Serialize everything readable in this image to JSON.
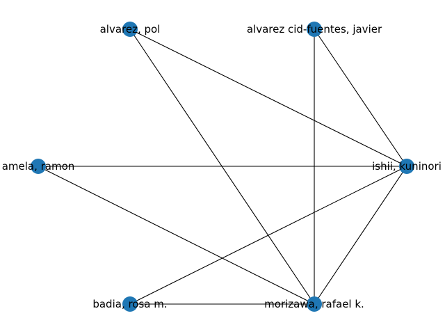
{
  "graph": {
    "node_color": "#1f77b4",
    "edge_color": "#000000",
    "nodes": [
      {
        "id": "alvarez_pol",
        "label": "alvarez, pol"
      },
      {
        "id": "alvarez_cid",
        "label": "alvarez cid-fuentes, javier"
      },
      {
        "id": "ishii",
        "label": "ishii, kuninori"
      },
      {
        "id": "morizawa",
        "label": "morizawa, rafael k."
      },
      {
        "id": "badia",
        "label": "badia, rosa m."
      },
      {
        "id": "amela",
        "label": "amela, ramon"
      }
    ],
    "edges": [
      {
        "source": "alvarez_pol",
        "target": "ishii"
      },
      {
        "source": "alvarez_pol",
        "target": "morizawa"
      },
      {
        "source": "alvarez_cid",
        "target": "ishii"
      },
      {
        "source": "alvarez_cid",
        "target": "morizawa"
      },
      {
        "source": "amela",
        "target": "ishii"
      },
      {
        "source": "amela",
        "target": "morizawa"
      },
      {
        "source": "badia",
        "target": "ishii"
      },
      {
        "source": "badia",
        "target": "morizawa"
      },
      {
        "source": "ishii",
        "target": "morizawa"
      }
    ]
  }
}
